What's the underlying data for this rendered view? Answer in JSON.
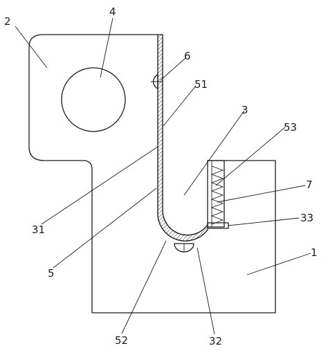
{
  "labels": {
    "part_1": "1",
    "part_2": "2",
    "part_3": "3",
    "part_4": "4",
    "part_5": "5",
    "part_6": "6",
    "part_7": "7",
    "part_31": "31",
    "part_32": "32",
    "part_33": "33",
    "part_51": "51",
    "part_52": "52",
    "part_53": "53"
  }
}
